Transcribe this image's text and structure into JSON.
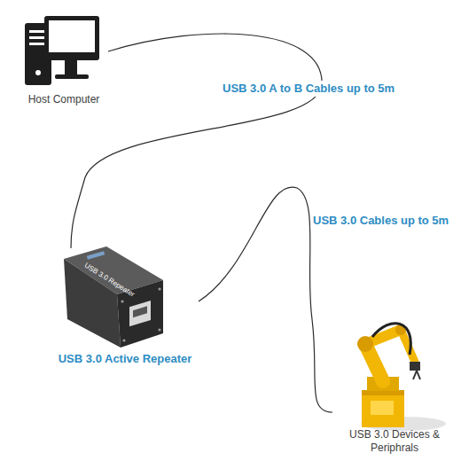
{
  "diagram": {
    "nodes": [
      {
        "text": [
          "Host Computer"
        ]
      },
      {
        "text": [
          "USB 3.0 Active Repeater"
        ]
      },
      {
        "text": [
          "USB 3.0 Devices & Periphrals"
        ]
      }
    ],
    "edges": [
      {
        "from": 0,
        "to": 1,
        "arrow": "none",
        "label": "USB 3.0 A to B Cables up to 5m"
      },
      {
        "from": 1,
        "to": 2,
        "arrow": "none",
        "label": "USB 3.0 Cables up to 5m"
      }
    ],
    "labels": [
      "USB 3.0 Repeater"
    ]
  }
}
